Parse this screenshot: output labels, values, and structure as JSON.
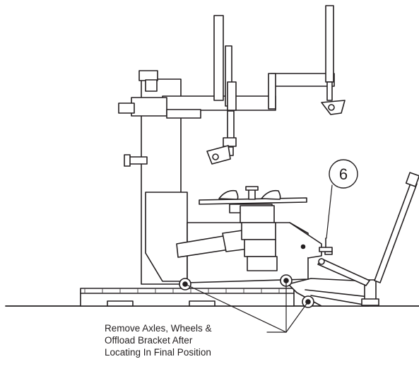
{
  "callout": {
    "number": "6"
  },
  "caption": {
    "lines": [
      "Remove Axles, Wheels &",
      "Offload Bracket After",
      "Locating In Final Position"
    ]
  },
  "colors": {
    "ink": "#231f20",
    "background": "#ffffff"
  }
}
